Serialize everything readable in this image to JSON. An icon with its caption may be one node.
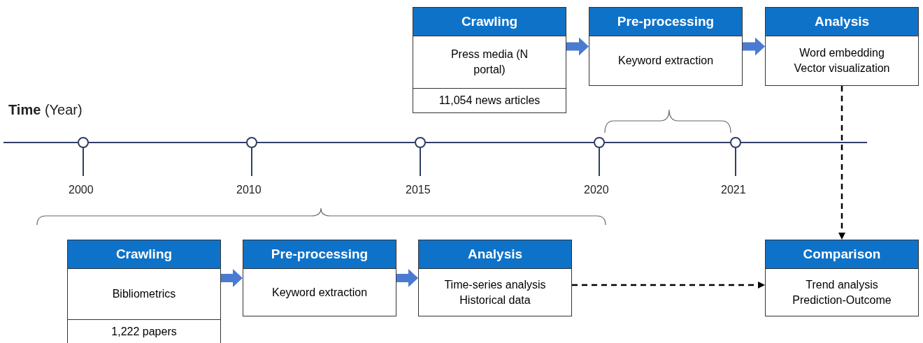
{
  "diagram": {
    "nodes": [
      {
        "text": [
          "Crawling",
          "Press media (N portal)",
          "11,054 news articles"
        ]
      },
      {
        "text": [
          "Pre-processing",
          "Keyword extraction"
        ]
      },
      {
        "text": [
          "Analysis",
          "Word embedding Vector visualization"
        ]
      },
      {
        "text": [
          "Crawling",
          "Bibliometrics",
          "1,222 papers"
        ]
      },
      {
        "text": [
          "Pre-processing",
          "Keyword extraction"
        ]
      },
      {
        "text": [
          "Analysis",
          "Time-series analysis Historical data"
        ]
      },
      {
        "text": [
          "Comparison",
          "Trend analysis Prediction-Outcome"
        ]
      }
    ],
    "edges": [
      {
        "from": 0,
        "to": 1,
        "arrow": "to"
      },
      {
        "from": 1,
        "to": 2,
        "arrow": "to"
      },
      {
        "from": 2,
        "to": 6,
        "arrow": "to",
        "style": "dashed",
        "color": "#000000"
      },
      {
        "from": 3,
        "to": 4,
        "arrow": "to"
      },
      {
        "from": 4,
        "to": 5,
        "arrow": "to"
      },
      {
        "from": 5,
        "to": 6,
        "arrow": "to",
        "style": "dashed",
        "color": "#000000"
      }
    ],
    "labels": [
      "**Time** (Year)",
      "2000",
      "2010",
      "2015",
      "2020",
      "2021"
    ]
  }
}
